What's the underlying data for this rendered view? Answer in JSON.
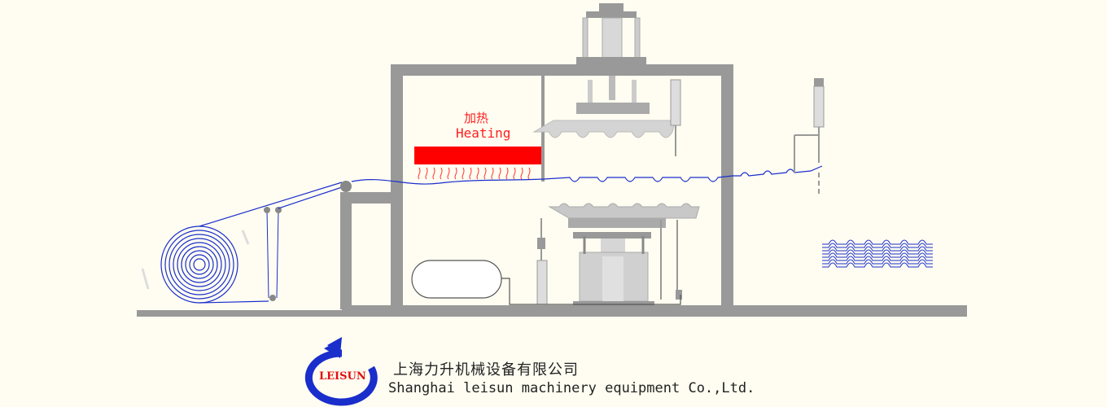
{
  "heating_label": {
    "chinese": "加热",
    "english": "Heating"
  },
  "company": {
    "name_chinese": "上海力升机械设备有限公司",
    "name_english": "Shanghai leisun machinery equipment Co.,Ltd.",
    "logo_text": "LEISUN"
  },
  "colors": {
    "background": "#fffdf1",
    "machine_frame": "#999999",
    "heater": "#ff0000",
    "heat_waves": "#ff3030",
    "plastic_sheet": "#1a2ecc",
    "logo_arrow": "#1a2ecc",
    "logo_text": "#e01010",
    "label_text": "#ff2020"
  }
}
